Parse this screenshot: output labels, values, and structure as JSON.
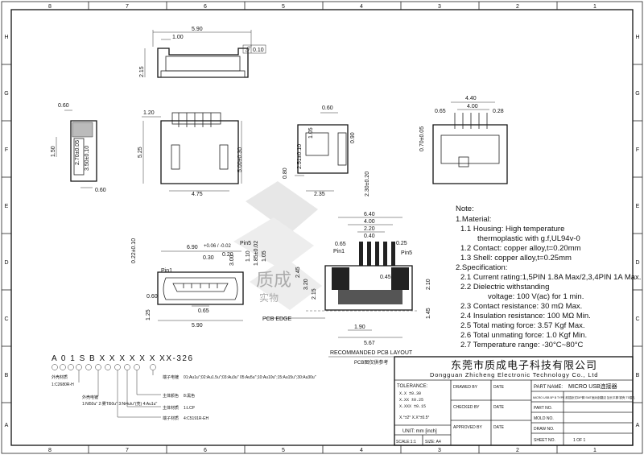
{
  "border": {
    "cols_top": [
      "8",
      "7",
      "6",
      "5",
      "4",
      "3",
      "2",
      "1"
    ],
    "cols_bottom": [
      "8",
      "7",
      "6",
      "5",
      "4",
      "3",
      "2",
      "1"
    ],
    "rows": [
      "H",
      "G",
      "F",
      "E",
      "D",
      "C",
      "B",
      "A"
    ]
  },
  "dims": {
    "top_width": "5.90",
    "top_inner": "1.00",
    "top_height": "2.15",
    "flatness": "0.10",
    "left_60": "0.60",
    "left_150": "1.50",
    "left_270": "2.70±0.05",
    "left_350": "3.50±0.10",
    "front_120": "1.20",
    "front_525": "5.25",
    "front_475": "4.75",
    "front_500": "5.00±0.30",
    "side_060": "0.60",
    "side_105": "1.05",
    "side_090": "0.90",
    "side_251": "2.51±0.10",
    "side_235": "2.35",
    "side_230": "2.30±0.20",
    "side_080": "0.80",
    "right_440": "4.40",
    "right_400": "4.00",
    "right_065": "0.65",
    "right_028": "0.28",
    "right_070": "0.70±0.05",
    "mouth_690": "6.90",
    "mouth_tol": "+0.06 / -0.02",
    "mouth_030": "0.30",
    "mouth_020": "0.20",
    "mouth_022": "0.22±0.10",
    "mouth_060": "0.60",
    "mouth_065": "0.65",
    "mouth_125": "1.25",
    "mouth_590": "5.90",
    "mouth_300": "3.00",
    "mouth_110": "1.10",
    "mouth_185": "1.85±0.02",
    "mouth_105": "1.05",
    "pcb_640": "6.40",
    "pcb_400": "4.00",
    "pcb_220": "2.20",
    "pcb_040": "0.40",
    "pcb_065": "0.65",
    "pcb_025": "0.25",
    "pcb_045": "0.45",
    "pcb_210": "2.10",
    "pcb_145": "1.45",
    "pcb_190": "1.90",
    "pcb_567": "5.67",
    "pcb_320": "3.20",
    "pcb_215": "2.15",
    "pcb_245": "2.45"
  },
  "labels": {
    "pin1": "Pin1",
    "pin5": "Pin5",
    "pcb_edge": "PCB EDGE",
    "pcb_layout_title": "RECOMMANDED PCB LAYOUT",
    "pcb_layout_cn": "PCB图仅供参考",
    "watermark_cn": "质成",
    "watermark_sub": "实物"
  },
  "notes": {
    "title": "Note:",
    "lines": [
      "1.Material:",
      "1.1 Housing: High temperature",
      "thermoplastic with g.f,UL94v-0",
      "1.2 Contact: copper alloy,t=0.20mm",
      "1.3 Shell: copper alloy,t=0.25mm",
      "2.Specification:",
      "2.1 Current rating:1,5PIN 1.8A Max/2,3,4PIN 1A Max.",
      "2.2 Dielectric withstanding",
      "voltage: 100 V(ac) for 1 min.",
      "2.3 Contact resistance: 30 mΩ Max.",
      "2.4 Insulation resistance: 100 MΩ Min.",
      "2.5 Total mating force: 3.57 Kgf Max.",
      "2.6 Total unmating force: 1.0 Kgf Min.",
      "2.7 Temperature range: -30°C~80°C"
    ]
  },
  "part_code": {
    "code": "A 0 1 S B X X X X X X XX-326",
    "legend": [
      {
        "label": "外壳材质",
        "value": "1:C2680R-H"
      },
      {
        "label": "外壳电镀",
        "value": "1:Ni50u''\n2:雾Ti50u''\n3:Ni4u/u''(亮)\n4:Au1u''"
      },
      {
        "label": "端子电镀",
        "value": "01:Au1u'';02:Au1.5u'';03:Au3u''\n05:Au5u'';10:Au10u'';15:Au15u'';30:Au30u''"
      },
      {
        "label": "主体颜色",
        "value": "8:黑色"
      },
      {
        "label": "主体材质",
        "value": "1:LCP"
      },
      {
        "label": "端子材质",
        "value": "4:C5191R-EH"
      }
    ],
    "circles": [
      "1",
      "2",
      "3",
      "4",
      "5",
      "6",
      "7",
      "8",
      "9",
      "10",
      "11"
    ]
  },
  "title_block": {
    "company_cn": "东莞市质成电子科技有限公司",
    "company_en": "Dongguan Zhicheng Electronic Technology Co., Ltd",
    "tolerance": "TOLERANCE:",
    "tol_rows": [
      "X.X    ±0.30",
      "X.XX   ±0.25",
      "X.XXX  ±0.15"
    ],
    "tol_angle": "X.°±2°    X.X°±0.5°",
    "unit": "UNIT: mm [inch]",
    "scale": "SCALE:1:1",
    "size": "SIZE: A4",
    "drawed_by": "DRAWED BY",
    "checked_by": "CHECKED BY",
    "approved_by": "APPROVED BY",
    "date": "DATE",
    "part_name_label": "PART NAME:",
    "part_name": "MICRO USB连接器",
    "part_desc": "MICRO USB 5P B TYPE 前插卧式DIP脚 SMT面对剖翻边 加长平脚 铜壳 T5插孔",
    "part_no": "PART NO.",
    "mold_no": "MOLD NO.",
    "draw_no": "DRAW NO.",
    "sheet_no": "SHEET NO.",
    "sheet_val": "1 OF 1"
  }
}
